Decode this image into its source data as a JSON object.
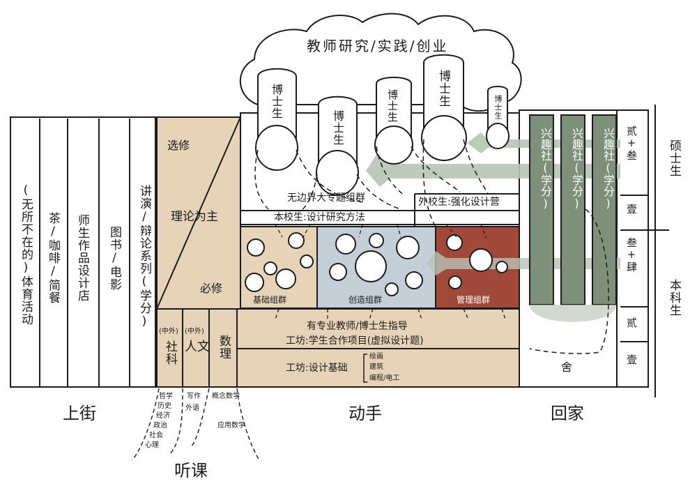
{
  "cloud": {
    "title": "教师研究/实践/创业"
  },
  "phd_labels": [
    "博士生",
    "博士生",
    "博士生",
    "博士生",
    "博士生"
  ],
  "left_columns": [
    "(无所不在的)体育活动",
    "茶/咖啡/简餐",
    "师生作品设计店",
    "图书/电影",
    "讲演/辩论系列(学分)"
  ],
  "elective": {
    "top": "选修",
    "middle": "理论为主",
    "bottom": "必修"
  },
  "core_small": {
    "social": {
      "tag": "(中外)",
      "label": "社科"
    },
    "humanity": {
      "tag": "(中外)",
      "label": "人文"
    },
    "math": {
      "label": "数理"
    }
  },
  "center": {
    "topic_group": "无边界大专题组群",
    "internal": "本校生:设计研究方法",
    "external": "外校生:强化设计营",
    "groups": [
      "基础组群",
      "创造组群",
      "管理组群"
    ],
    "guide": "有专业教师/博士生指导",
    "workshop1": "工坊:学生合作项目(虚拟设计题)",
    "workshop2": "工坊:设计基础",
    "workshop2_items": [
      "绘画",
      "建筑",
      "编程/电工"
    ]
  },
  "right": {
    "clubs": [
      "兴趣社(学分)",
      "兴趣社(学分)",
      "兴趣社(学分)"
    ],
    "dorm": "舍",
    "years": [
      "贰+叁",
      "壹",
      "叁+肆",
      "贰",
      "壹"
    ],
    "degrees": [
      "硕士生",
      "本科生"
    ]
  },
  "bottom": {
    "street": "上街",
    "hands": "动手",
    "home": "回家",
    "lecture": "听课",
    "subjects_social": [
      "哲学",
      "历史",
      "经济",
      "政治",
      "社会",
      "心理"
    ],
    "subjects_humanity": [
      "写作",
      "外语"
    ],
    "subjects_math": [
      "概念数学",
      "应用数学"
    ]
  },
  "colors": {
    "tan": "#e6d3b8",
    "blue": "#c5cfd8",
    "red": "#a0483a",
    "green": "#7e907a",
    "ink": "#1b1b1b",
    "arrow": "#b9c3b6"
  }
}
